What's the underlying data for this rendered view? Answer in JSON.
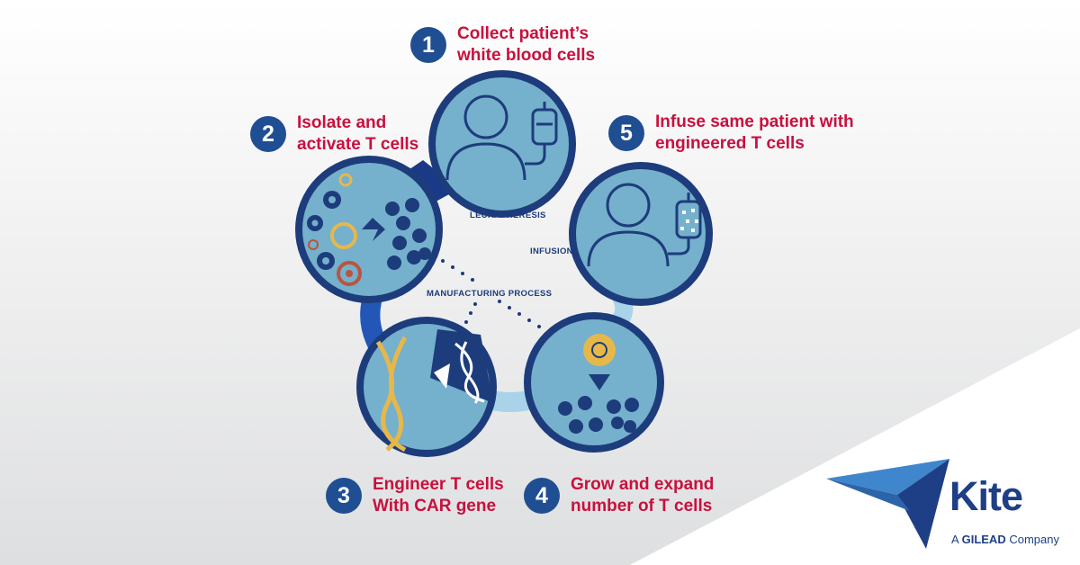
{
  "steps": [
    {
      "number": "1",
      "line1": "Collect patient’s",
      "line2": "white blood cells"
    },
    {
      "number": "2",
      "line1": "Isolate and",
      "line2": "activate T cells"
    },
    {
      "number": "3",
      "line1": "Engineer T cells",
      "line2": "With CAR gene"
    },
    {
      "number": "4",
      "line1": "Grow and expand",
      "line2": "number of T cells"
    },
    {
      "number": "5",
      "line1": "Infuse same patient with",
      "line2": "engineered T cells"
    }
  ],
  "labels": {
    "leukapheresis": "LEUKAPHERESIS",
    "infusion": "INFUSION",
    "manufacturing": "MANUFACTURING PROCESS"
  },
  "logo": {
    "name": "Kite",
    "tagline_prefix": "A",
    "tagline_brand": "GILEAD",
    "tagline_suffix": "Company"
  },
  "colors": {
    "step_text": "#c8103e",
    "badge": "#1f4e92",
    "circle_fill": "#75b0cc",
    "circle_ring": "#1d3c7c",
    "gold": "#e6b84a",
    "rust": "#b9553d"
  }
}
